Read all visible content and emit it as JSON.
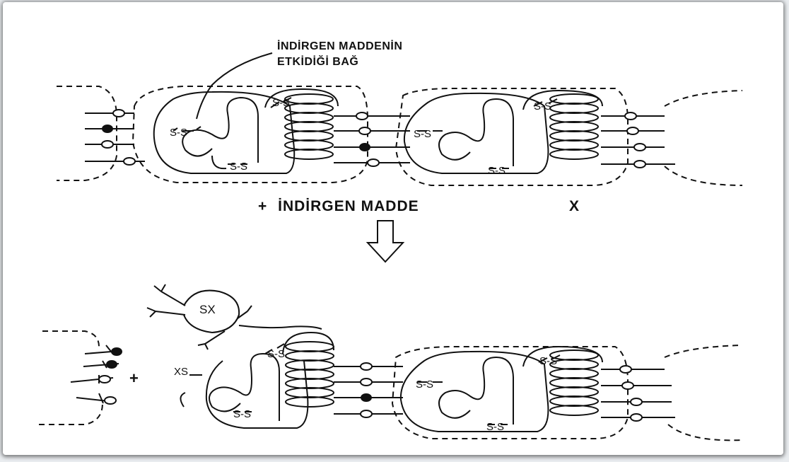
{
  "annotation": {
    "line1": "İNDİRGEN MADDENİN",
    "line2": "ETKİDİĞİ BAĞ"
  },
  "reagent": {
    "plus": "+",
    "name": "İNDİRGEN MADDE",
    "symbol": "X"
  },
  "bottom": {
    "plus": "+",
    "xs_label": "XS",
    "sx_label": "SX"
  },
  "disulfide_label": "S-S",
  "icons": [
    "down-arrow-icon"
  ],
  "colors": {
    "ink": "#111111",
    "background": "#ffffff",
    "frame_shadow": "#888888"
  }
}
